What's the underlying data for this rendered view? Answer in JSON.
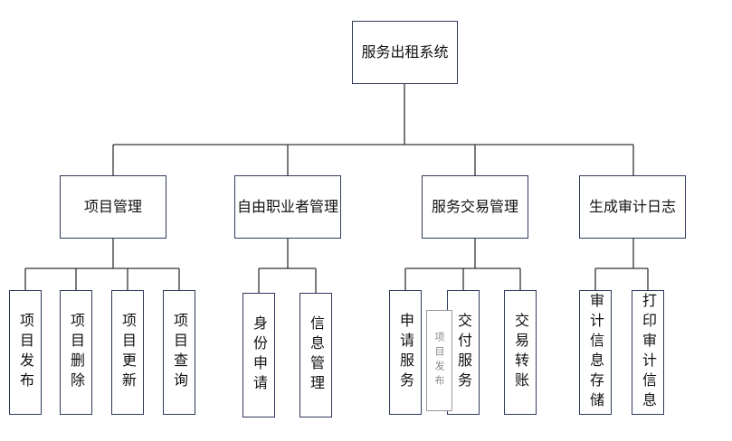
{
  "root": {
    "label": "服务出租系统"
  },
  "modules": [
    {
      "label": "项目管理",
      "children": [
        "项目发布",
        "项目删除",
        "项目更新",
        "项目查询"
      ]
    },
    {
      "label": "自由职业者管理",
      "children": [
        "身份申请",
        "信息管理"
      ]
    },
    {
      "label": "服务交易管理",
      "children": [
        "申请服务",
        "交付服务",
        "交易转账"
      ]
    },
    {
      "label": "生成审计日志",
      "children": [
        "审计信息存储",
        "打印审计信息"
      ]
    }
  ],
  "overlay": {
    "label": "项目发布"
  },
  "style": {
    "border": "#2f3a5c",
    "line": "#333333",
    "overlay_text": "#8a8a8a"
  }
}
